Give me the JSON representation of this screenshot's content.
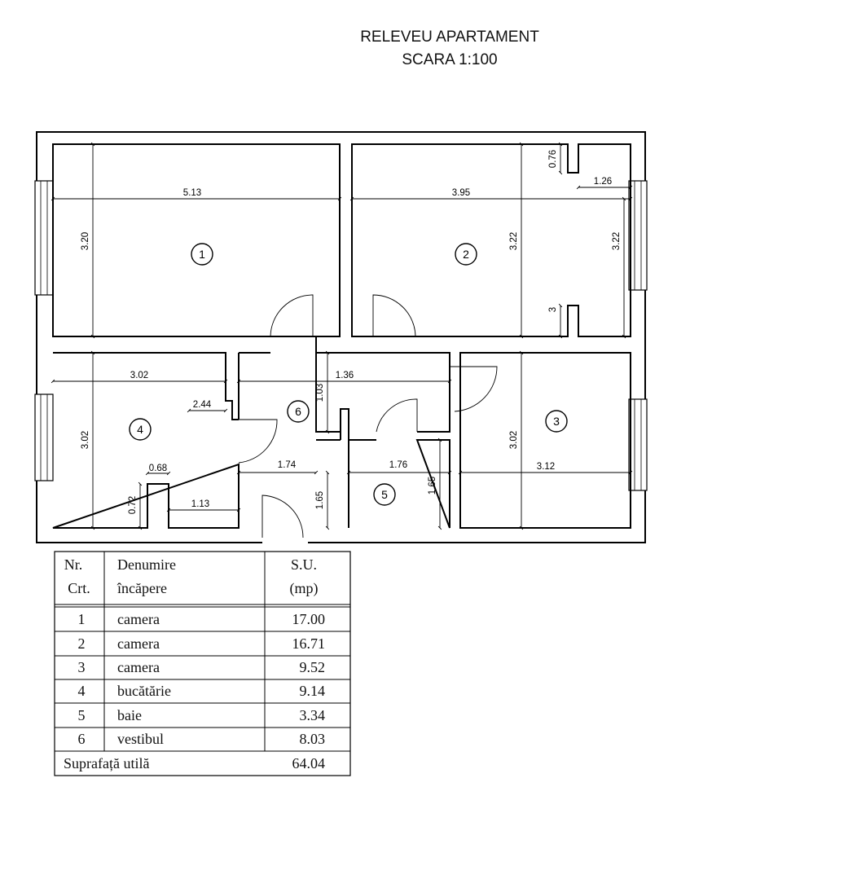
{
  "header": {
    "title": "RELEVEU APARTAMENT",
    "scale": "SCARA 1:100"
  },
  "rooms": [
    {
      "nr": "1"
    },
    {
      "nr": "2"
    },
    {
      "nr": "3"
    },
    {
      "nr": "4"
    },
    {
      "nr": "5"
    },
    {
      "nr": "6"
    }
  ],
  "dimensions": {
    "r1_width": "5.13",
    "r1_height": "3.20",
    "r2_width": "3.95",
    "r2_height_a": "3.22",
    "r2_height_b": "3.22",
    "r2_notch_height": "0.76",
    "r2_notch_width": "1.26",
    "r2_small": "3",
    "hall_width": "1.36",
    "hall_height": "1.03",
    "r4_width": "3.02",
    "r4_height": "3.02",
    "r4_jog": "2.44",
    "r4_small_w": "0.68",
    "r4_small_h": "0.72",
    "r4_bottom": "1.13",
    "corr_width": "1.74",
    "corr_height": "1.65",
    "r5_width": "1.76",
    "r5_height": "1.65",
    "r3_height": "3.02",
    "r3_width": "3.12"
  },
  "table": {
    "col_nr": [
      "Nr.",
      "Crt."
    ],
    "col_name": [
      "Denumire",
      "încăpere"
    ],
    "col_area": [
      "S.U.",
      "(mp)"
    ],
    "rows": [
      {
        "nr": "1",
        "name": "camera",
        "area": "17.00"
      },
      {
        "nr": "2",
        "name": "camera",
        "area": "16.71"
      },
      {
        "nr": "3",
        "name": "camera",
        "area": "9.52"
      },
      {
        "nr": "4",
        "name": "bucătărie",
        "area": "9.14"
      },
      {
        "nr": "5",
        "name": "baie",
        "area": "3.34"
      },
      {
        "nr": "6",
        "name": "vestibul",
        "area": "8.03"
      }
    ],
    "total_label": "Suprafață utilă",
    "total_value": "64.04"
  }
}
